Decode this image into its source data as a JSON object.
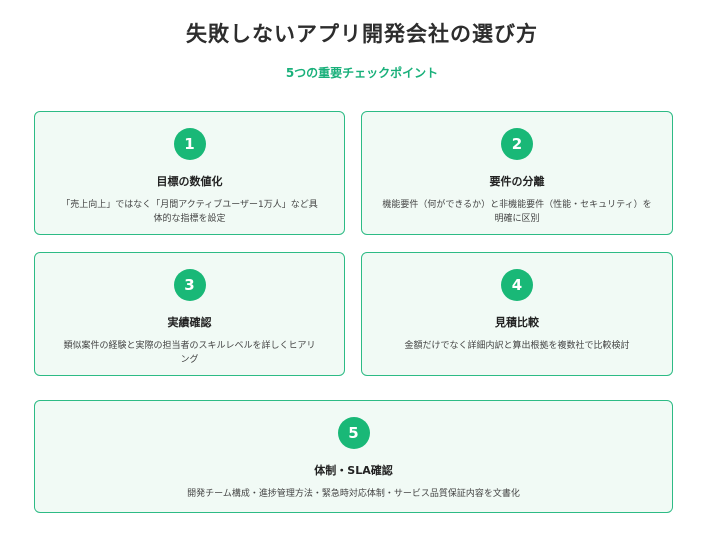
{
  "header": {
    "title": "失敗しないアプリ開発会社の選び方",
    "subtitle": "5つの重要チェックポイント"
  },
  "points": [
    {
      "number": "1",
      "title": "目標の数値化",
      "description": "「売上向上」ではなく「月間アクティブユーザー1万人」など具体的な指標を設定"
    },
    {
      "number": "2",
      "title": "要件の分離",
      "description": "機能要件（何ができるか）と非機能要件（性能・セキュリティ）を明確に区別"
    },
    {
      "number": "3",
      "title": "実績確認",
      "description": "類似案件の経験と実際の担当者のスキルレベルを詳しくヒアリング"
    },
    {
      "number": "4",
      "title": "見積比較",
      "description": "金額だけでなく詳細内訳と算出根拠を複数社で比較検討"
    },
    {
      "number": "5",
      "title": "体制・SLA確認",
      "description": "開発チーム構成・進捗管理方法・緊急時対応体制・サービス品質保証内容を文書化"
    }
  ],
  "colors": {
    "accent": "#19b877",
    "card_background": "#f1faf5",
    "card_border": "#2dbb85"
  }
}
